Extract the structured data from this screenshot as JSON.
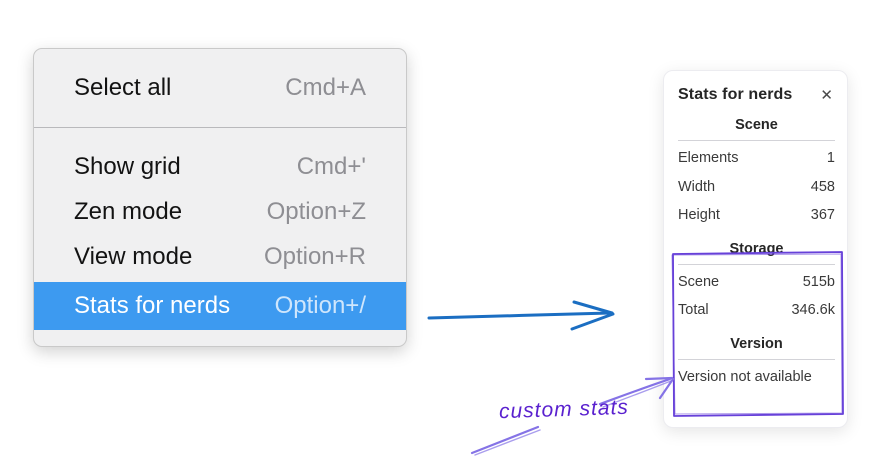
{
  "colors": {
    "menu_highlight": "#3d9af0",
    "arrow_blue": "#1b6ec2",
    "annotation_purple": "#6741d9",
    "annotation_purple_light": "#8573e6"
  },
  "menu": {
    "items": [
      {
        "label": "Select all",
        "shortcut": "Cmd+A",
        "selected": false
      },
      {
        "label": "Show grid",
        "shortcut": "Cmd+'",
        "selected": false
      },
      {
        "label": "Zen mode",
        "shortcut": "Option+Z",
        "selected": false
      },
      {
        "label": "View mode",
        "shortcut": "Option+R",
        "selected": false
      },
      {
        "label": "Stats for nerds",
        "shortcut": "Option+/",
        "selected": true
      }
    ]
  },
  "panel": {
    "title": "Stats for nerds",
    "close_icon": "✕",
    "sections": [
      {
        "title": "Scene",
        "rows": [
          {
            "label": "Elements",
            "value": "1"
          },
          {
            "label": "Width",
            "value": "458"
          },
          {
            "label": "Height",
            "value": "367"
          }
        ]
      },
      {
        "title": "Storage",
        "rows": [
          {
            "label": "Scene",
            "value": "515b"
          },
          {
            "label": "Total",
            "value": "346.6k"
          }
        ]
      },
      {
        "title": "Version",
        "note": "Version not available"
      }
    ]
  },
  "annotations": {
    "custom_stats_label": "custom stats"
  }
}
